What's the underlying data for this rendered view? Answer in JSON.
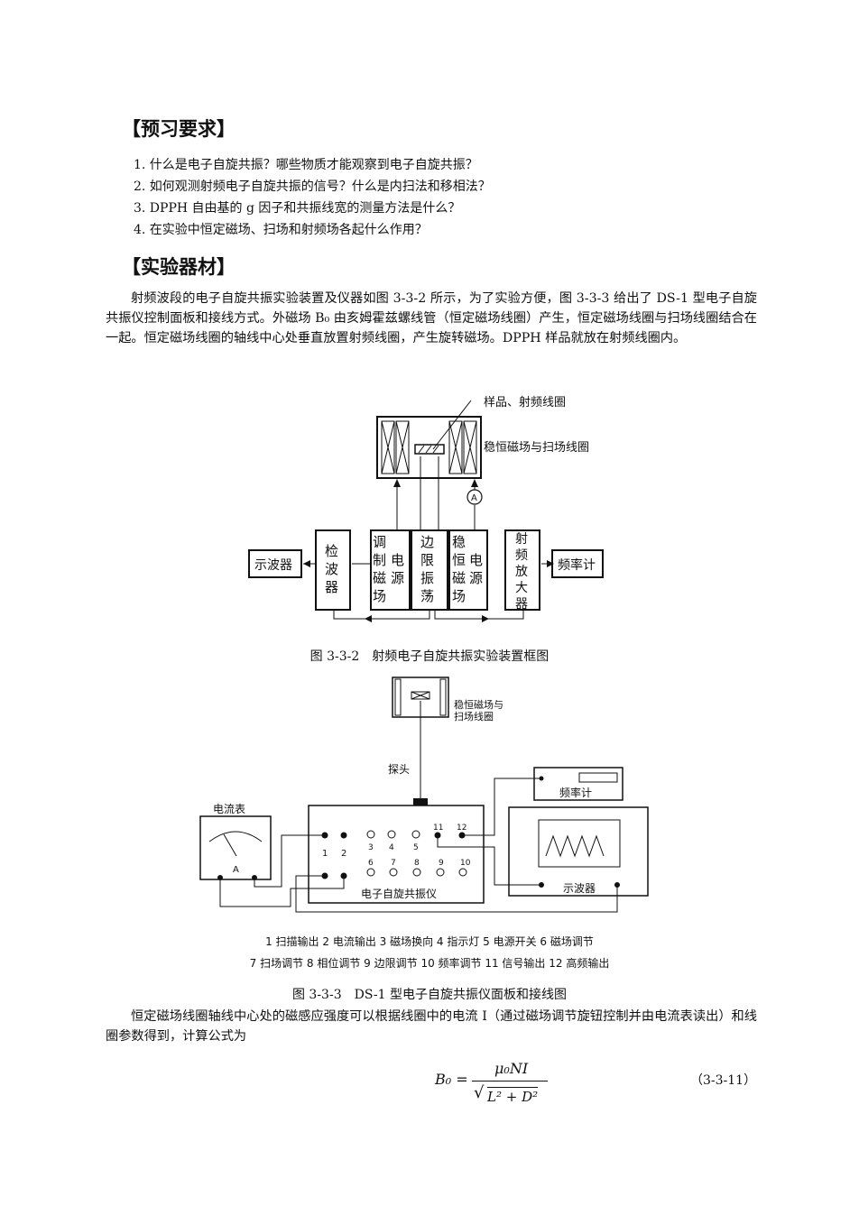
{
  "preview": {
    "title": "【预习要求】",
    "questions": [
      "1. 什么是电子自旋共振？哪些物质才能观察到电子自旋共振？",
      "2. 如何观测射频电子自旋共振的信号？什么是内扫法和移相法？",
      "3. DPPH 自由基的 g 因子和共振线宽的测量方法是什么？",
      "4. 在实验中恒定磁场、扫场和射频场各起什么作用？"
    ]
  },
  "equipment": {
    "title": "【实验器材】",
    "paragraph": "射频波段的电子自旋共振实验装置及仪器如图 3-3-2 所示，为了实验方便，图 3-3-3 给出了 DS-1 型电子自旋共振仪控制面板和接线方式。外磁场 B₀ 由亥姆霍兹螺线管（恒定磁场线圈）产生，恒定磁场线圈与扫场线圈结合在一起。恒定磁场线圈的轴线中心处垂直放置射频线圈，产生旋转磁场。DPPH 样品就放在射频线圈内。"
  },
  "fig1": {
    "label_sample": "样品、射频线圈",
    "label_coil": "稳恒磁场与扫场线圈",
    "ammeter": "A",
    "oscilloscope": "示波器",
    "detector": "检波器",
    "mod_supply": "调制磁场电源",
    "oscillator": "边限振荡器",
    "steady_supply": "稳恒磁场电源",
    "rf_amp": "射频放大器",
    "freq_meter": "频率计",
    "caption": "图 3-3-2　射频电子自旋共振实验装置框图"
  },
  "fig2": {
    "coil_label_1": "稳恒磁场与",
    "coil_label_2": "扫场线圈",
    "probe": "探头",
    "freq_meter": "频率计",
    "ammeter_label": "电流表",
    "ammeter_letter": "A",
    "oscilloscope": "示波器",
    "instrument": "电子自旋共振仪",
    "nums": [
      "1",
      "2",
      "3",
      "4",
      "5",
      "6",
      "7",
      "8",
      "9",
      "10",
      "11",
      "12"
    ],
    "legend_1": "1 扫描输出  2 电流输出  3 磁场换向  4 指示灯  5 电源开关  6 磁场调节",
    "legend_2": "7 扫场调节  8 相位调节  9 边限调节  10 频率调节  11 信号输出  12 高频输出",
    "caption": "图 3-3-3　DS-1 型电子自旋共振仪面板和接线图"
  },
  "body": {
    "paragraph": "恒定磁场线圈轴线中心处的磁感应强度可以根据线圈中的电流 I（通过磁场调节旋钮控制并由电流表读出）和线圈参数得到，计算公式为"
  },
  "formula": {
    "lhs": "B₀ =",
    "numerator": "μ₀NI",
    "denominator": "L² + D²",
    "number": "（3-3-11）"
  }
}
